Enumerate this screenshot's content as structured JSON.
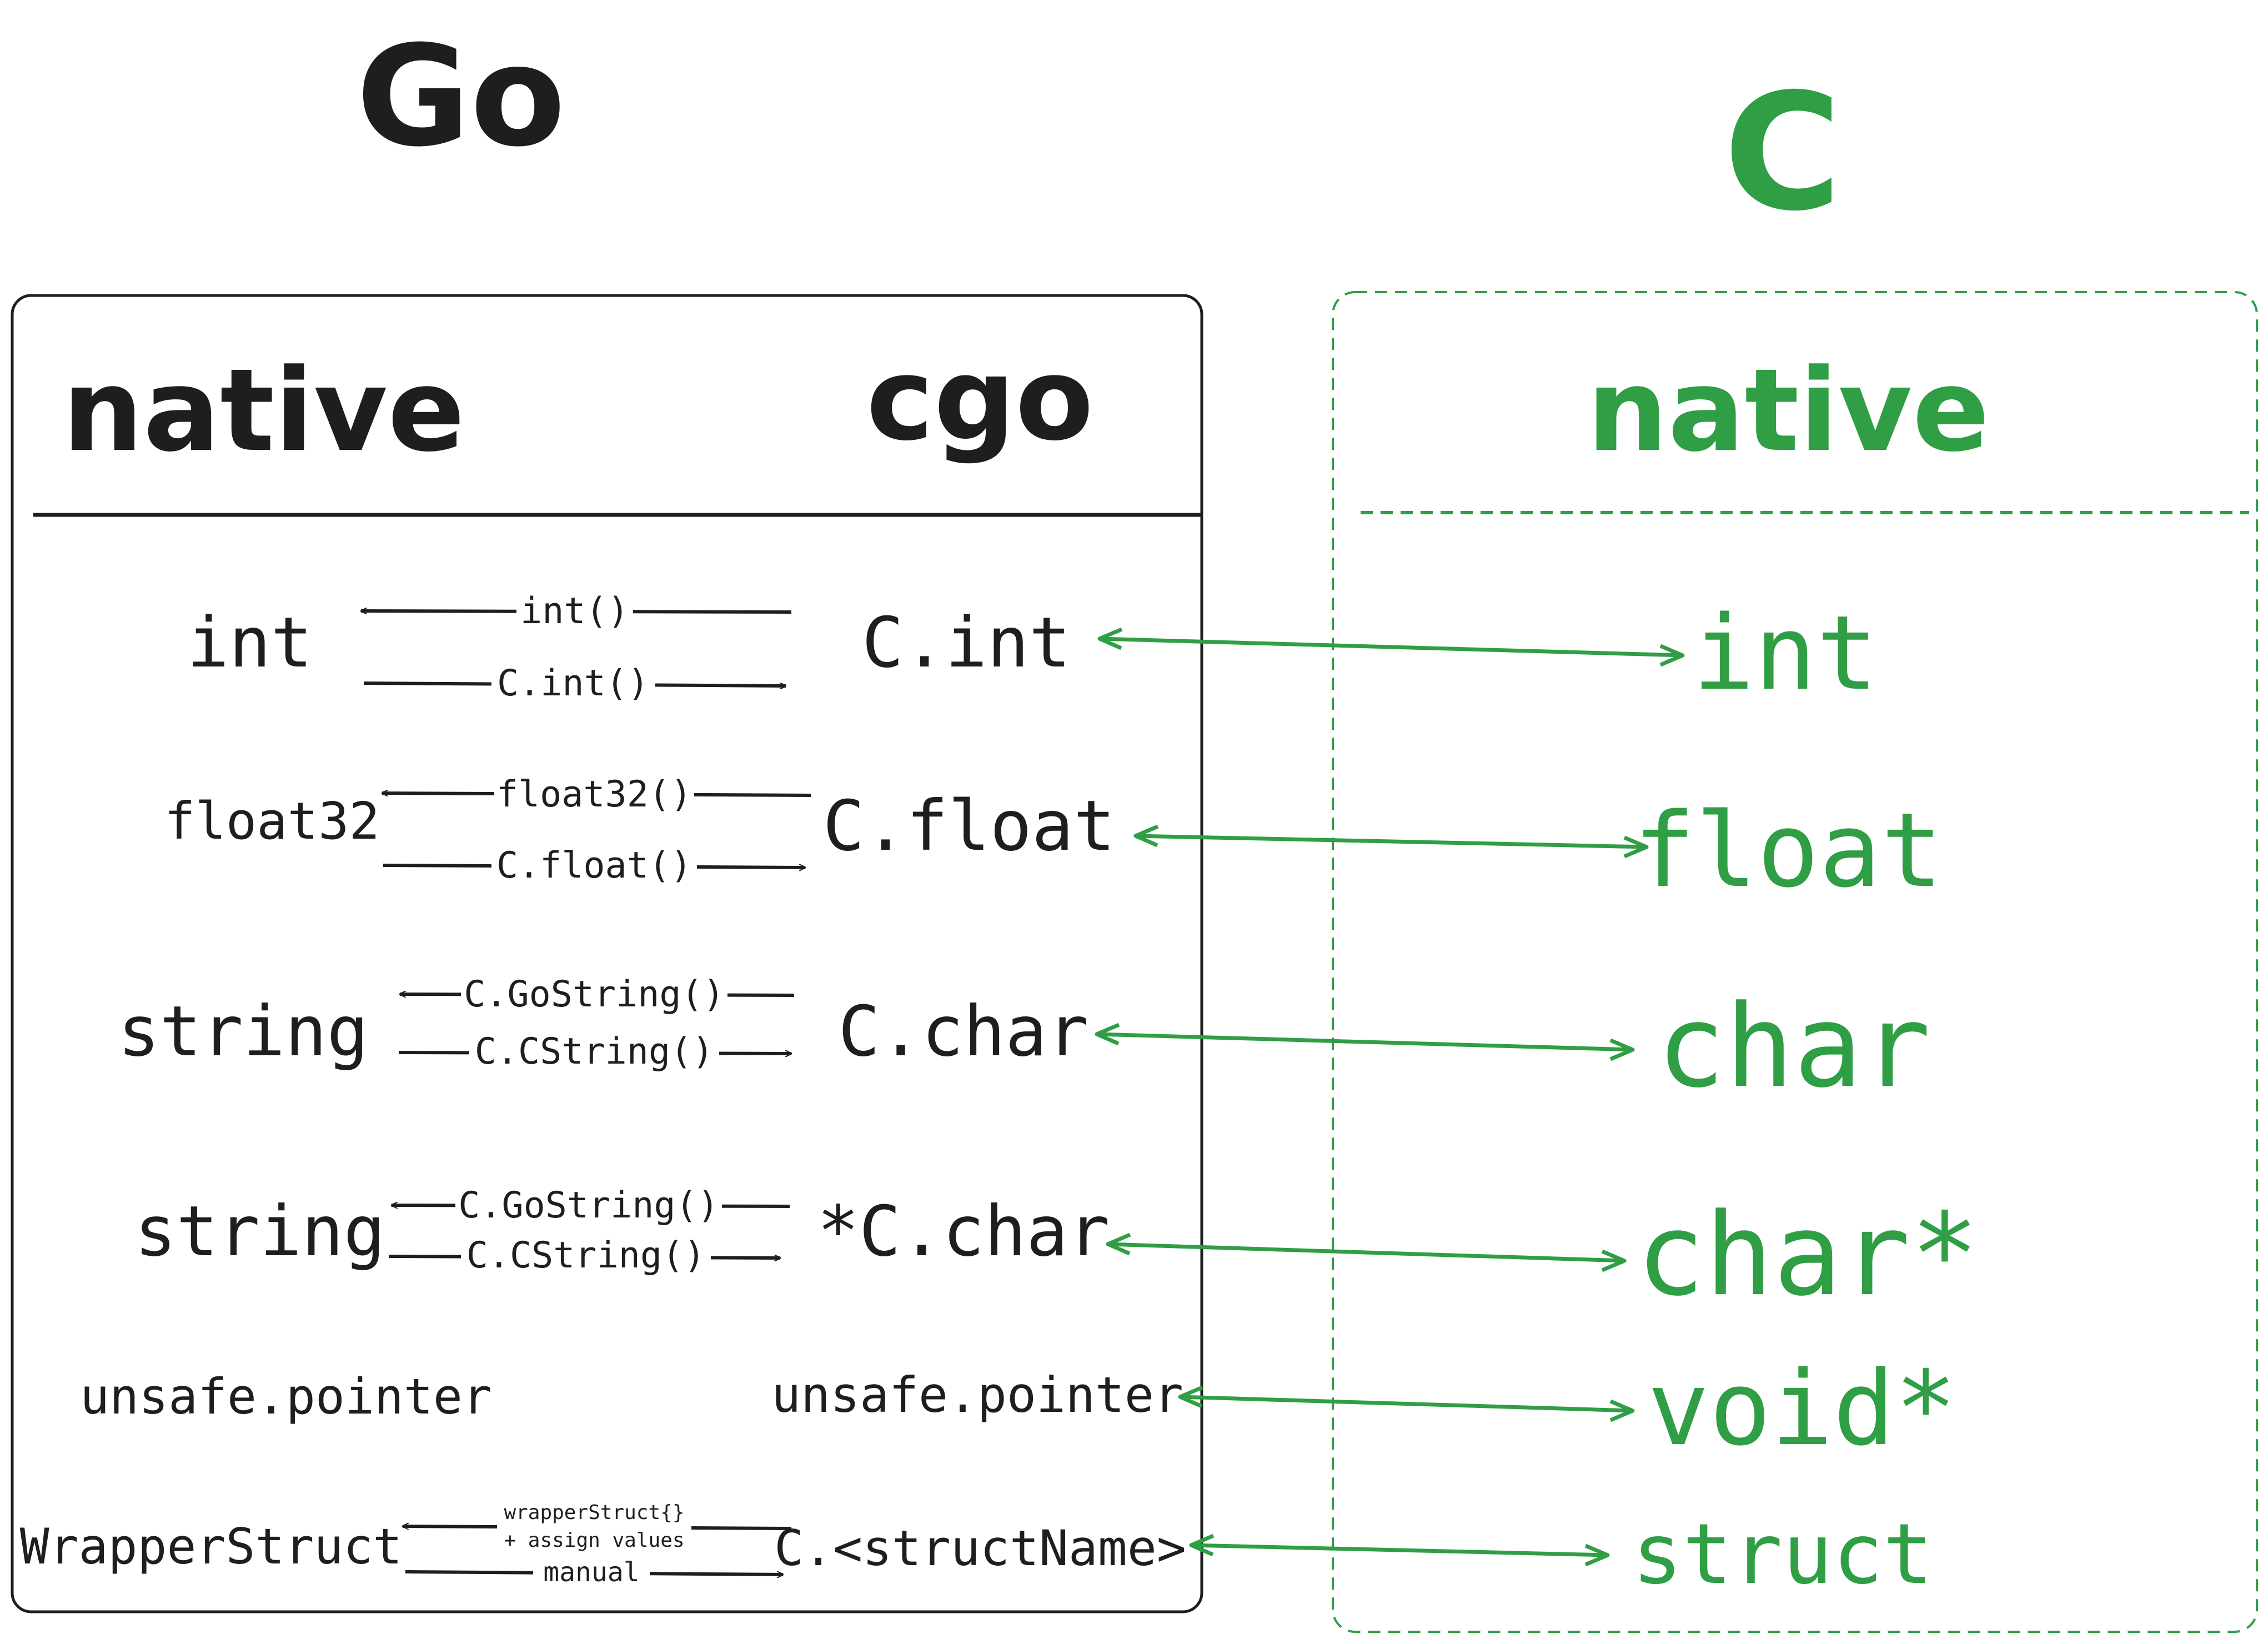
{
  "colors": {
    "ink": "#1e1e1e",
    "green": "#2f9e44",
    "background": "#ffffff"
  },
  "headings": {
    "go": "Go",
    "c": "C"
  },
  "go_box": {
    "native_label": "native",
    "cgo_label": "cgo"
  },
  "c_box": {
    "native_label": "native"
  },
  "rows": [
    {
      "go_type": "int",
      "to_go_label": "int()",
      "to_cgo_label": "C.int()",
      "cgo_type": "C.int",
      "c_type": "int"
    },
    {
      "go_type": "float32",
      "to_go_label": "float32()",
      "to_cgo_label": "C.float()",
      "cgo_type": "C.float",
      "c_type": "float"
    },
    {
      "go_type": "string",
      "to_go_label": "C.GoString()",
      "to_cgo_label": "C.CString()",
      "cgo_type": "C.char",
      "c_type": "char"
    },
    {
      "go_type": "string",
      "to_go_label": "C.GoString()",
      "to_cgo_label": "C.CString()",
      "cgo_type": "*C.char",
      "c_type": "char*"
    },
    {
      "go_type": "unsafe.pointer",
      "cgo_type": "unsafe.pointer",
      "c_type": "void*"
    },
    {
      "go_type": "WrapperStruct",
      "to_go_label": "wrapperStruct{}",
      "to_go_label_2": "+ assign values",
      "to_cgo_label": "manual",
      "cgo_type": "C.<structName>",
      "c_type": "struct"
    }
  ]
}
